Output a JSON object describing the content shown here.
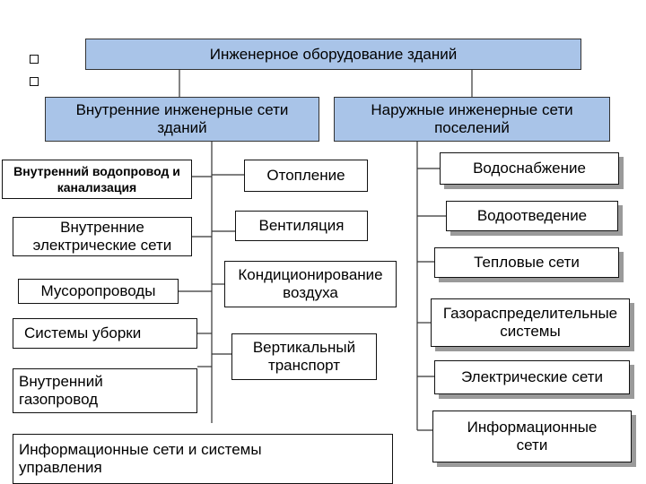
{
  "title": "Инженерное оборудование зданий",
  "branches": {
    "internal": "Внутренние инженерные сети зданий",
    "external": "Наружные инженерные сети поселений"
  },
  "internal_left": [
    "Внутренний водопровод и канализация",
    "Внутренние электрические сети",
    "Мусоропроводы",
    "Системы уборки",
    "Внутренний газопровод"
  ],
  "internal_middle": [
    "Отопление",
    "Вентиляция",
    "Кондиционирование воздуха",
    "Вертикальный транспорт"
  ],
  "internal_bottom": "Информационные сети и системы управления",
  "external_items": [
    "Водоснабжение",
    "Водоотведение",
    "Тепловые сети",
    "Газораспределительные системы",
    "Электрические сети",
    "Информационные сети"
  ],
  "colors": {
    "header_fill": "#a9c4e8",
    "branch_fill": "#a9c4e8",
    "border": "#111111",
    "shadow": "#9a9a9a"
  }
}
